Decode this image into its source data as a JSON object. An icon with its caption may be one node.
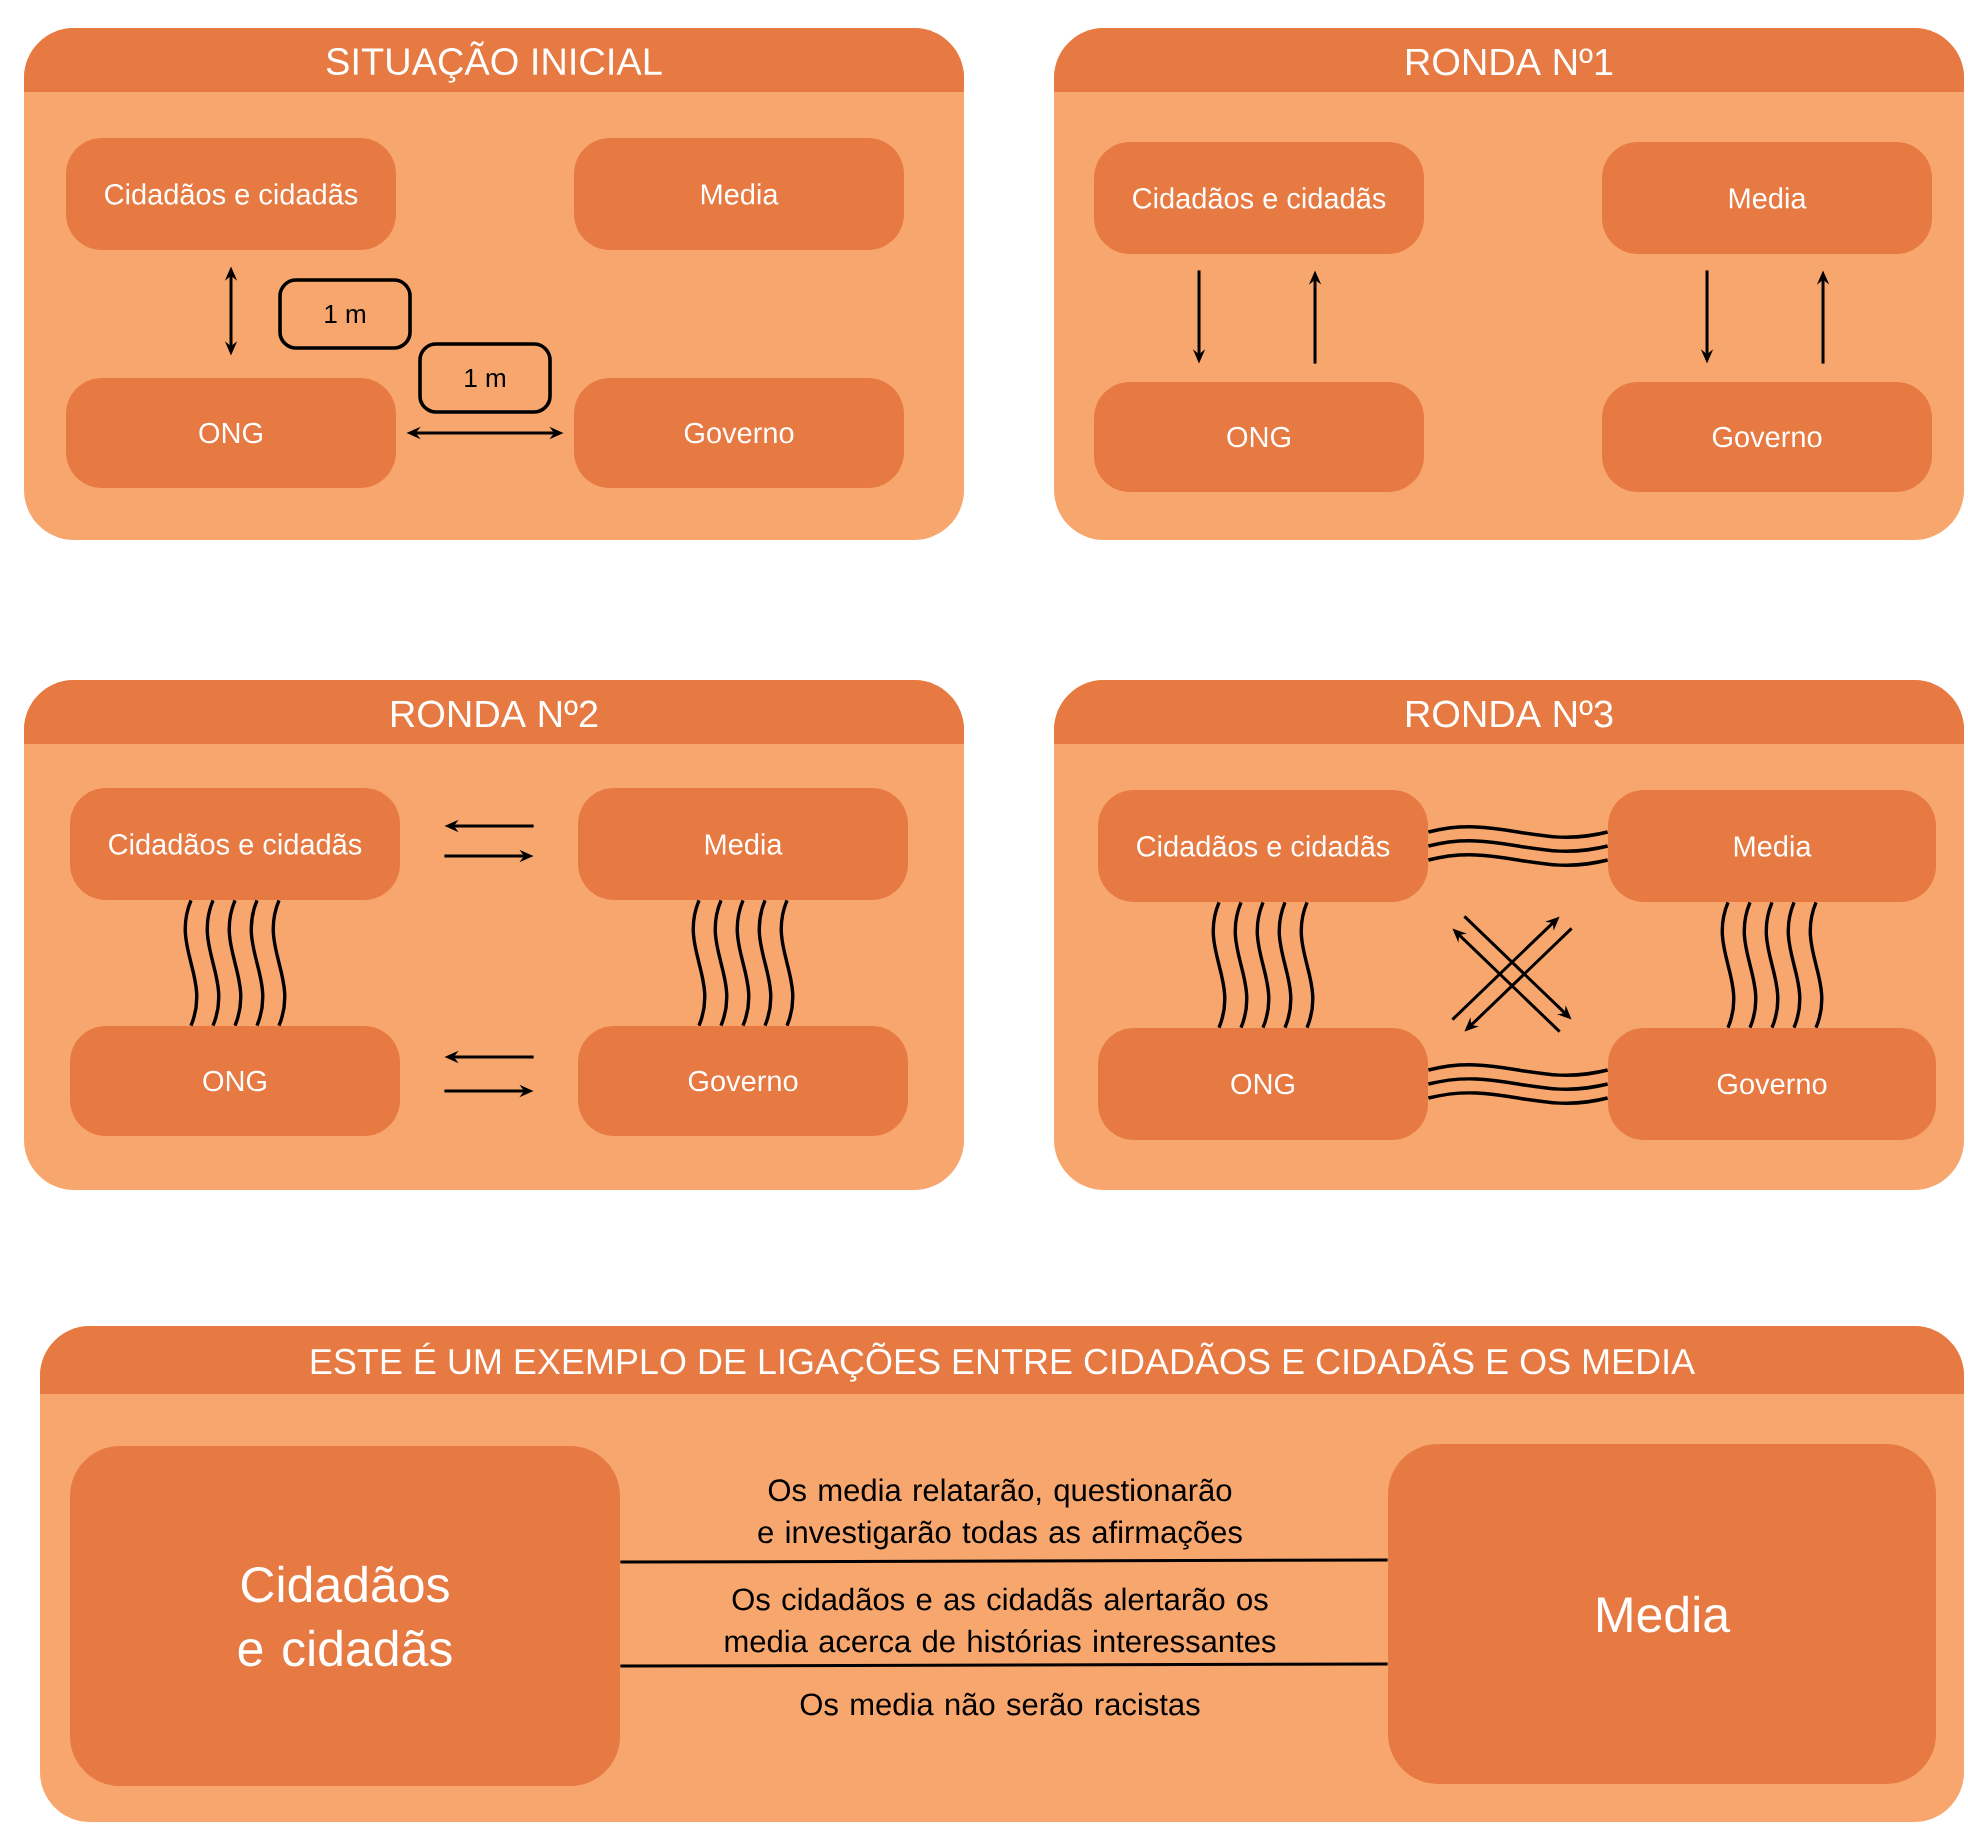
{
  "diagram": {
    "nodes": [
      {
        "text": [
          "SITUAÇÃO INICIAL"
        ]
      },
      {
        "text": [
          "Cidadãos e cidadãs"
        ],
        "in": 0
      },
      {
        "text": [
          "Media"
        ],
        "in": 0
      },
      {
        "text": [
          "1 m"
        ],
        "in": 0
      },
      {
        "text": [
          "1 m"
        ],
        "in": 0
      },
      {
        "text": [
          "ONG"
        ],
        "in": 0
      },
      {
        "text": [
          "Governo"
        ],
        "in": 0
      },
      {
        "text": [
          "RONDA Nº1"
        ]
      },
      {
        "text": [
          "Cidadãos e cidadãs"
        ],
        "in": 7
      },
      {
        "text": [
          "Media"
        ],
        "in": 7
      },
      {
        "text": [
          "ONG"
        ],
        "in": 7
      },
      {
        "text": [
          "Governo"
        ],
        "in": 7
      },
      {
        "text": [
          "RONDA Nº2"
        ]
      },
      {
        "text": [
          "Cidadãos e cidadãs"
        ],
        "in": 12
      },
      {
        "text": [
          "Media"
        ],
        "in": 12
      },
      {
        "text": [
          "ONG"
        ],
        "in": 12
      },
      {
        "text": [
          "Governo"
        ],
        "in": 12
      },
      {
        "text": [
          "RONDA Nº3"
        ]
      },
      {
        "text": [
          "Cidadãos e cidadãs"
        ],
        "in": 17
      },
      {
        "text": [
          "Media"
        ],
        "in": 17
      },
      {
        "text": [
          "ONG"
        ],
        "in": 17
      },
      {
        "text": [
          "Governo"
        ],
        "in": 17
      },
      {
        "text": [
          "ESTE É UM EXEMPLO DE LIGAÇÕES ENTRE CIDADÃOS E CIDADÃS E OS MEDIA"
        ]
      },
      {
        "text": [
          "Cidadãos e cidadãs"
        ],
        "in": 22
      },
      {
        "text": [
          "Media"
        ],
        "in": 22
      }
    ],
    "edges": [
      {
        "from": 1,
        "to": 5,
        "arrow": "both"
      },
      {
        "from": 5,
        "to": 6,
        "arrow": "both"
      },
      {
        "from": 8,
        "to": 10,
        "arrow": "to"
      },
      {
        "from": 10,
        "to": 8,
        "arrow": "to"
      },
      {
        "from": 9,
        "to": 11,
        "arrow": "to"
      },
      {
        "from": 11,
        "to": 9,
        "arrow": "to"
      },
      {
        "from": 14,
        "to": 13,
        "arrow": "to"
      },
      {
        "from": 13,
        "to": 14,
        "arrow": "to"
      },
      {
        "from": 16,
        "to": 15,
        "arrow": "to"
      },
      {
        "from": 15,
        "to": 16,
        "arrow": "to"
      },
      {
        "from": 13,
        "to": 15,
        "arrow": "none"
      },
      {
        "from": 13,
        "to": 15,
        "arrow": "none"
      },
      {
        "from": 13,
        "to": 15,
        "arrow": "none"
      },
      {
        "from": 13,
        "to": 15,
        "arrow": "none"
      },
      {
        "from": 13,
        "to": 15,
        "arrow": "none"
      },
      {
        "from": 14,
        "to": 16,
        "arrow": "none"
      },
      {
        "from": 14,
        "to": 16,
        "arrow": "none"
      },
      {
        "from": 14,
        "to": 16,
        "arrow": "none"
      },
      {
        "from": 14,
        "to": 16,
        "arrow": "none"
      },
      {
        "from": 14,
        "to": 16,
        "arrow": "none"
      },
      {
        "from": 18,
        "to": 20,
        "arrow": "none"
      },
      {
        "from": 18,
        "to": 20,
        "arrow": "none"
      },
      {
        "from": 18,
        "to": 20,
        "arrow": "none"
      },
      {
        "from": 18,
        "to": 20,
        "arrow": "none"
      },
      {
        "from": 18,
        "to": 20,
        "arrow": "none"
      },
      {
        "from": 19,
        "to": 21,
        "arrow": "none"
      },
      {
        "from": 19,
        "to": 21,
        "arrow": "none"
      },
      {
        "from": 19,
        "to": 21,
        "arrow": "none"
      },
      {
        "from": 19,
        "to": 21,
        "arrow": "none"
      },
      {
        "from": 19,
        "to": 21,
        "arrow": "none"
      },
      {
        "from": 18,
        "to": 19,
        "arrow": "none"
      },
      {
        "from": 18,
        "to": 19,
        "arrow": "none"
      },
      {
        "from": 18,
        "to": 19,
        "arrow": "none"
      },
      {
        "from": 20,
        "to": 21,
        "arrow": "none"
      },
      {
        "from": 20,
        "to": 21,
        "arrow": "none"
      },
      {
        "from": 20,
        "to": 21,
        "arrow": "none"
      },
      {
        "from": 18,
        "to": 21,
        "arrow": "to"
      },
      {
        "from": 21,
        "to": 18,
        "arrow": "to"
      },
      {
        "from": 19,
        "to": 20,
        "arrow": "to"
      },
      {
        "from": 20,
        "to": 19,
        "arrow": "to"
      },
      {
        "from": 23,
        "to": 24,
        "arrow": "none"
      },
      {
        "from": 23,
        "to": 24,
        "arrow": "none"
      }
    ],
    "labels": [
      "Os media relatarão, questionarão e investigarão todas as afirmações",
      "Os cidadãos e as cidadãs alertarão os media acerca de histórias interessantes",
      "Os media não serão racistas"
    ]
  }
}
